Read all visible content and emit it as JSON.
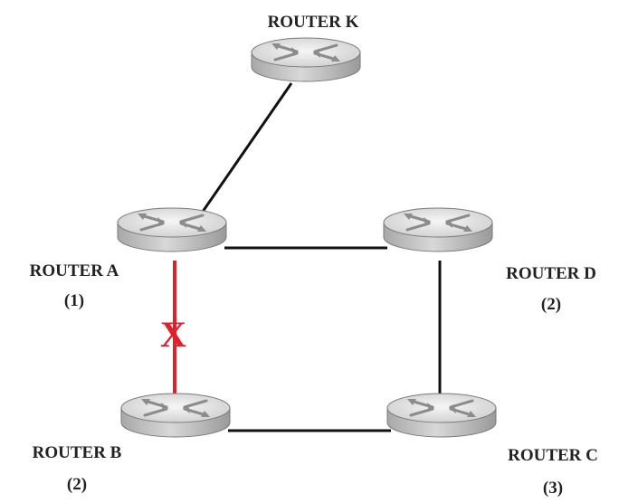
{
  "diagram": {
    "routers": [
      {
        "id": "k",
        "name": "ROUTER K",
        "cost": ""
      },
      {
        "id": "a",
        "name": "ROUTER A",
        "cost": "(1)"
      },
      {
        "id": "d",
        "name": "ROUTER D",
        "cost": "(2)"
      },
      {
        "id": "b",
        "name": "ROUTER B",
        "cost": "(2)"
      },
      {
        "id": "c",
        "name": "ROUTER C",
        "cost": "(3)"
      }
    ],
    "links": [
      {
        "from": "ROUTER K",
        "to": "ROUTER A",
        "status": "up"
      },
      {
        "from": "ROUTER A",
        "to": "ROUTER D",
        "status": "up"
      },
      {
        "from": "ROUTER D",
        "to": "ROUTER C",
        "status": "up"
      },
      {
        "from": "ROUTER B",
        "to": "ROUTER C",
        "status": "up"
      },
      {
        "from": "ROUTER A",
        "to": "ROUTER B",
        "status": "failed"
      }
    ],
    "failed_link_mark": "X",
    "colors": {
      "link": "#111111",
      "failed_link": "#e0202a",
      "router_top": "#e9e9e9",
      "router_side": "#b9b9b9",
      "router_outline": "#7a7a7a",
      "router_arrows": "#8c8c8c"
    }
  }
}
